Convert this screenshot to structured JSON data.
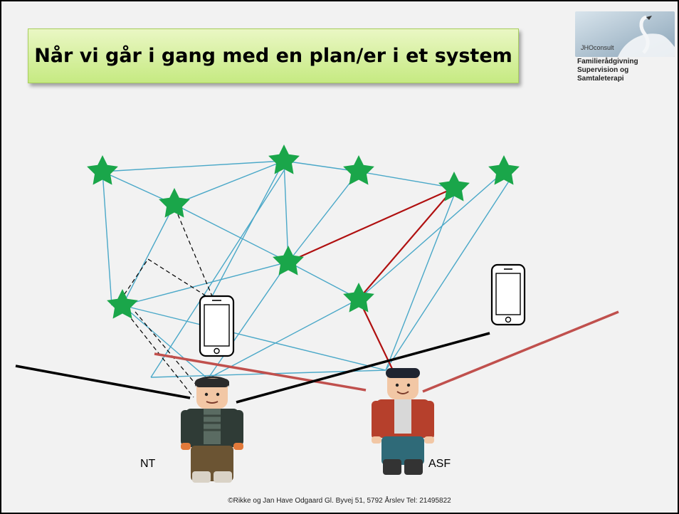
{
  "title": "Når vi går i gang med en plan/er i et system",
  "logo": {
    "brand": "JHOconsult",
    "lines": [
      "Familierådgivning",
      "Supervision og",
      "Samtaleterapi"
    ]
  },
  "persons": {
    "left": "NT",
    "right": "ASF"
  },
  "footer": "©Rikke og Jan Have Odgaard  Gl. Byvej 51, 5792 Årslev Tel: 21495822",
  "colors": {
    "star": "#1aa64a",
    "network_line": "#4aa8c8",
    "red_line": "#b01010",
    "salmon_line": "#c0504d",
    "title_fill": "#c6ea82"
  }
}
